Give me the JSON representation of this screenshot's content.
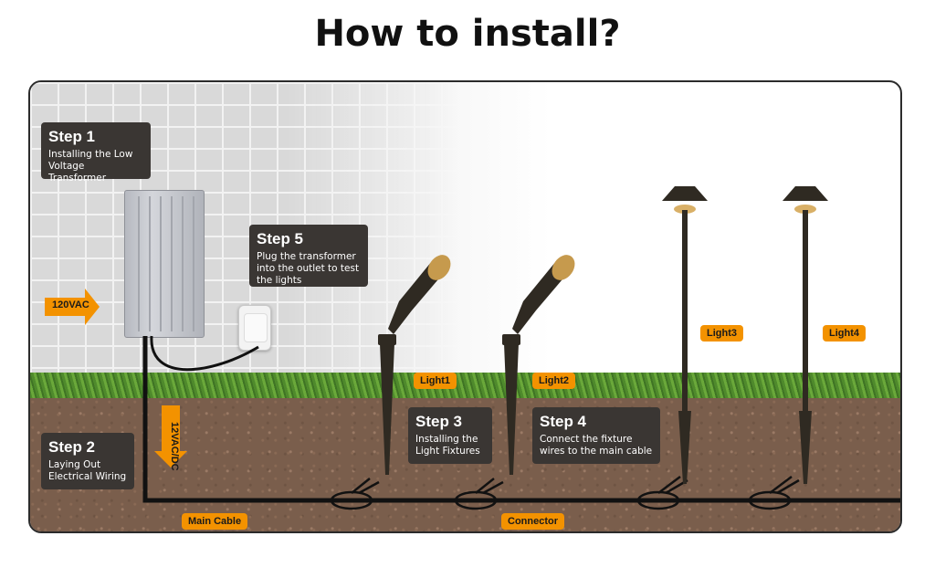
{
  "title": "How to install?",
  "steps": [
    {
      "heading": "Step 1",
      "text": "Installing the  Low\nVoltage Transformer"
    },
    {
      "heading": "Step 2",
      "text": "Laying Out\nElectrical Wiring"
    },
    {
      "heading": "Step 3",
      "text": "Installing the\nLight Fixtures"
    },
    {
      "heading": "Step 4",
      "text": "Connect the fixture\nwires to the main cable"
    },
    {
      "heading": "Step 5",
      "text": "Plug the transformer\ninto the outlet to test\nthe lights"
    }
  ],
  "labels": {
    "input_voltage": "120VAC",
    "output_voltage": "12VAC/DC",
    "main_cable": "Main Cable",
    "connector": "Connector",
    "light1": "Light1",
    "light2": "Light2",
    "light3": "Light3",
    "light4": "Light4"
  },
  "colors": {
    "accent": "#f39200",
    "box_bg": "#3a3633",
    "fixture": "#2f2a22",
    "cable": "#111111"
  }
}
